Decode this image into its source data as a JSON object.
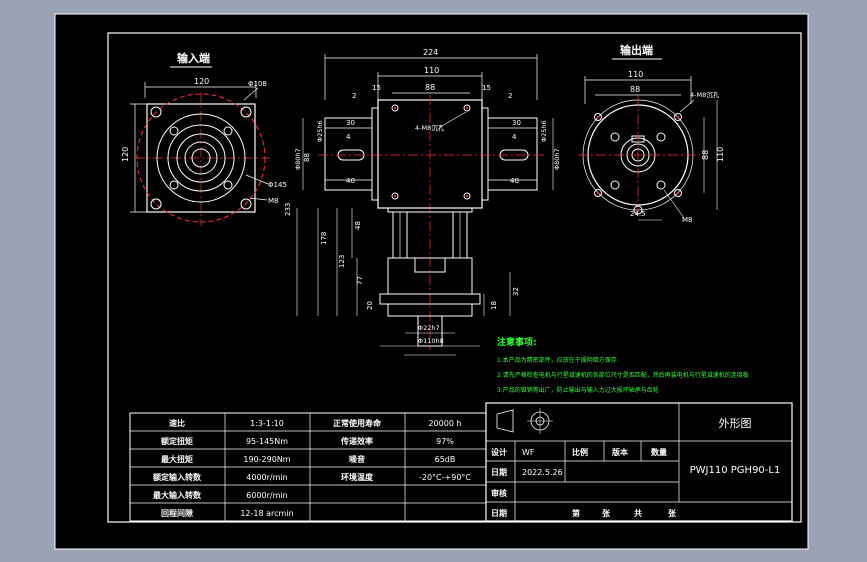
{
  "colors": {
    "background": "#9aa3b3",
    "paper": "#000000",
    "lines": "#ffffff",
    "centerlines": "#ff3030",
    "notes": "#33ff33"
  },
  "labels": {
    "input_end": "输入端",
    "output_end": "输出端"
  },
  "dims": {
    "left": {
      "w120": "120",
      "phi108": "Φ108",
      "h120": "120",
      "phi145": "Φ145",
      "m8": "M8"
    },
    "front": {
      "d224": "224",
      "d110": "110",
      "d88": "88",
      "d2l": "2",
      "d15l": "15",
      "d15r": "15",
      "d2r": "2",
      "d30l": "30",
      "d4l": "4",
      "d30r": "30",
      "d4r": "4",
      "phi25l": "Φ25h6",
      "phi25r": "Φ25h6",
      "d40l": "40",
      "d40r": "40",
      "phi80l": "Φ80h7",
      "d88v": "88",
      "phi80r": "Φ80h7",
      "holes": "4-M8沉孔",
      "d233": "233",
      "d178": "178",
      "d48": "48",
      "d123": "123",
      "d77": "77",
      "d20": "20",
      "d32": "32",
      "d18": "18",
      "phi22": "Φ22h7",
      "phi110": "Φ110h8"
    },
    "right": {
      "d110": "110",
      "d88": "88",
      "holes": "4-M8沉孔",
      "d88v": "88",
      "d110v": "110",
      "d245": "24.5",
      "m8": "M8"
    }
  },
  "notes": {
    "title": "注意事项:",
    "items": [
      "1.本产品为精密部件，应放在干燥阴暗方保存",
      "2.请先严格检查电机与行星减速机的各部位尺寸是否匹配，然后再装电机与行星减速机的连接板",
      "3.产品的锥销等出厂，防止输出与输入力过大损坏轴承与齿轮"
    ]
  },
  "spec_table": {
    "rows": [
      {
        "k1": "速比",
        "v1": "1:3-1:10",
        "k2": "正常使用寿命",
        "v2": "20000 h"
      },
      {
        "k1": "额定扭矩",
        "v1": "95-145Nm",
        "k2": "传递效率",
        "v2": "97%"
      },
      {
        "k1": "最大扭矩",
        "v1": "190-290Nm",
        "k2": "噪音",
        "v2": "65dB"
      },
      {
        "k1": "额定输入转数",
        "v1": "4000r/min",
        "k2": "环境温度",
        "v2": "-20°C-+90°C"
      },
      {
        "k1": "最大输入转数",
        "v1": "6000r/min",
        "k2": "",
        "v2": ""
      },
      {
        "k1": "回程间隙",
        "v1": "12-18 arcmin",
        "k2": "",
        "v2": ""
      }
    ]
  },
  "title_block": {
    "drawing_name": "外形图",
    "part_no": "PWJ110 PGH90-L1",
    "design_label": "设计",
    "designer": "WF",
    "ratio_label": "比例",
    "version_label": "版本",
    "qty_label": "数量",
    "date_label": "日期",
    "date": "2022.5.26",
    "check_label": "审核",
    "date2_label": "日期",
    "sheet_a": "第",
    "sheet_b": "张",
    "sheet_c": "共",
    "sheet_d": "张"
  }
}
